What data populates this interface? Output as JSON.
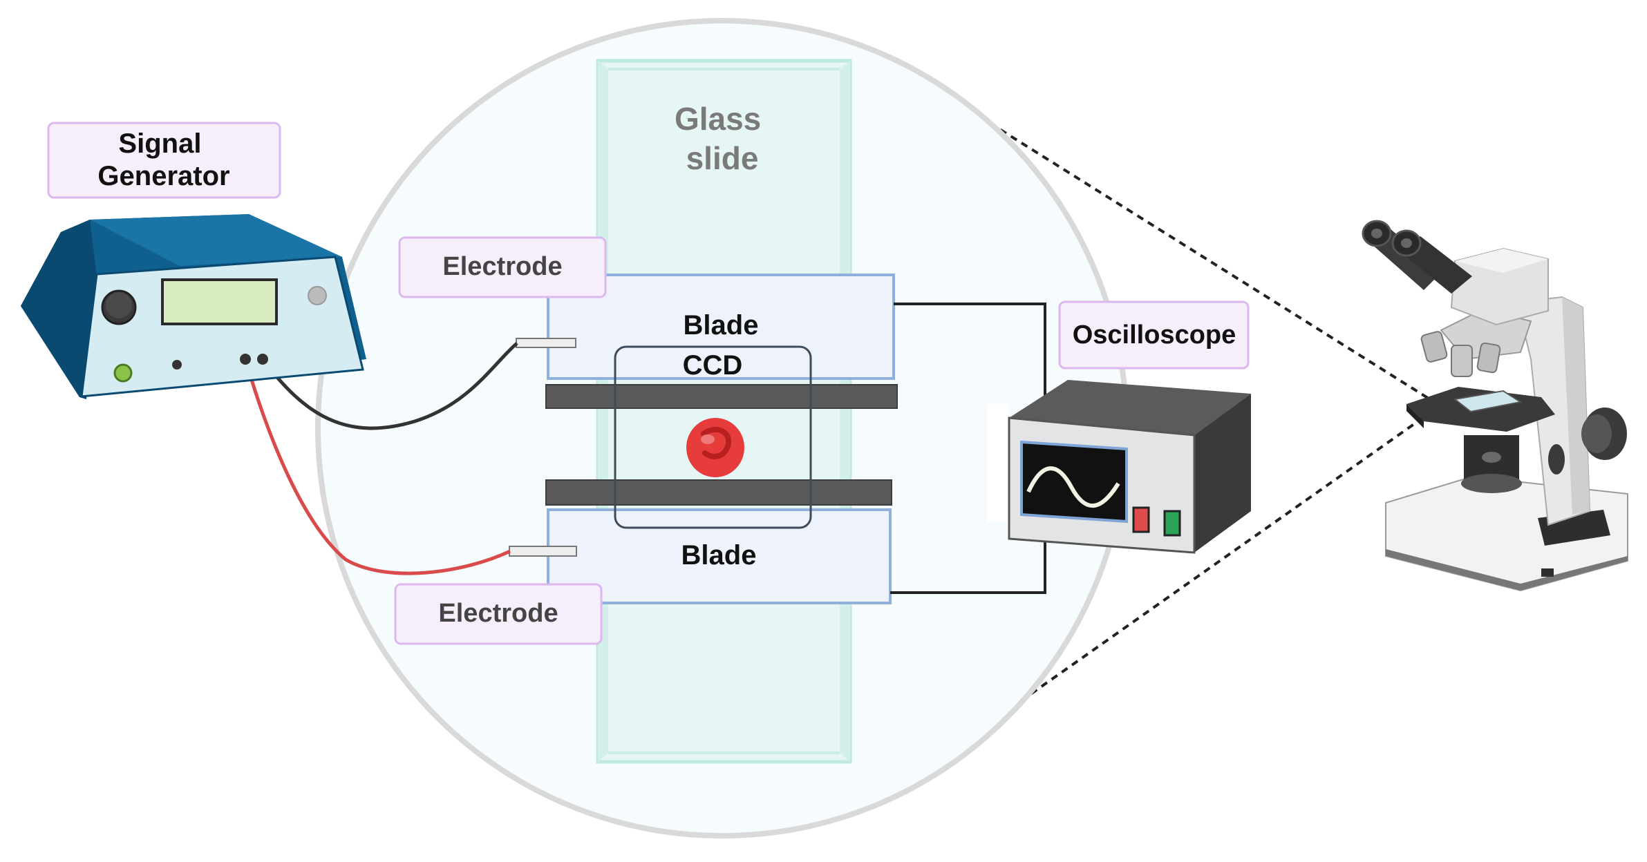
{
  "labels": {
    "signal_generator": [
      "Signal",
      "Generator"
    ],
    "glass_slide": [
      "Glass",
      "slide"
    ],
    "electrode_top": "Electrode",
    "electrode_bottom": "Electrode",
    "blade_top": "Blade",
    "blade_bottom": "Blade",
    "ccd": "CCD",
    "oscilloscope": "Oscilloscope"
  },
  "colors": {
    "label_fill": "#f6eefb",
    "label_border": "#dcb8ee",
    "generator_body": "#0f5f8f",
    "generator_panel": "#d5ecf3",
    "generator_display": "#d8ecc0",
    "glass": "#c5ece6",
    "blade_fill": "#eef3fb",
    "blade_border": "#8fb0dc",
    "plate": "#5a5a5a",
    "cell": "#e63c3c",
    "wire_black": "#333333",
    "wire_red": "#d94a4a",
    "oscilloscope_body": "#4a4a4a",
    "oscilloscope_panel": "#e2e4e6",
    "oscilloscope_screen": "#111111",
    "button_red": "#e04b4b",
    "button_green": "#2ca356",
    "magnify_circle": "#d9d9d9"
  },
  "icons": [
    "signal-generator-icon",
    "oscilloscope-icon",
    "microscope-icon",
    "red-blood-cell-icon",
    "glass-slide-icon"
  ]
}
